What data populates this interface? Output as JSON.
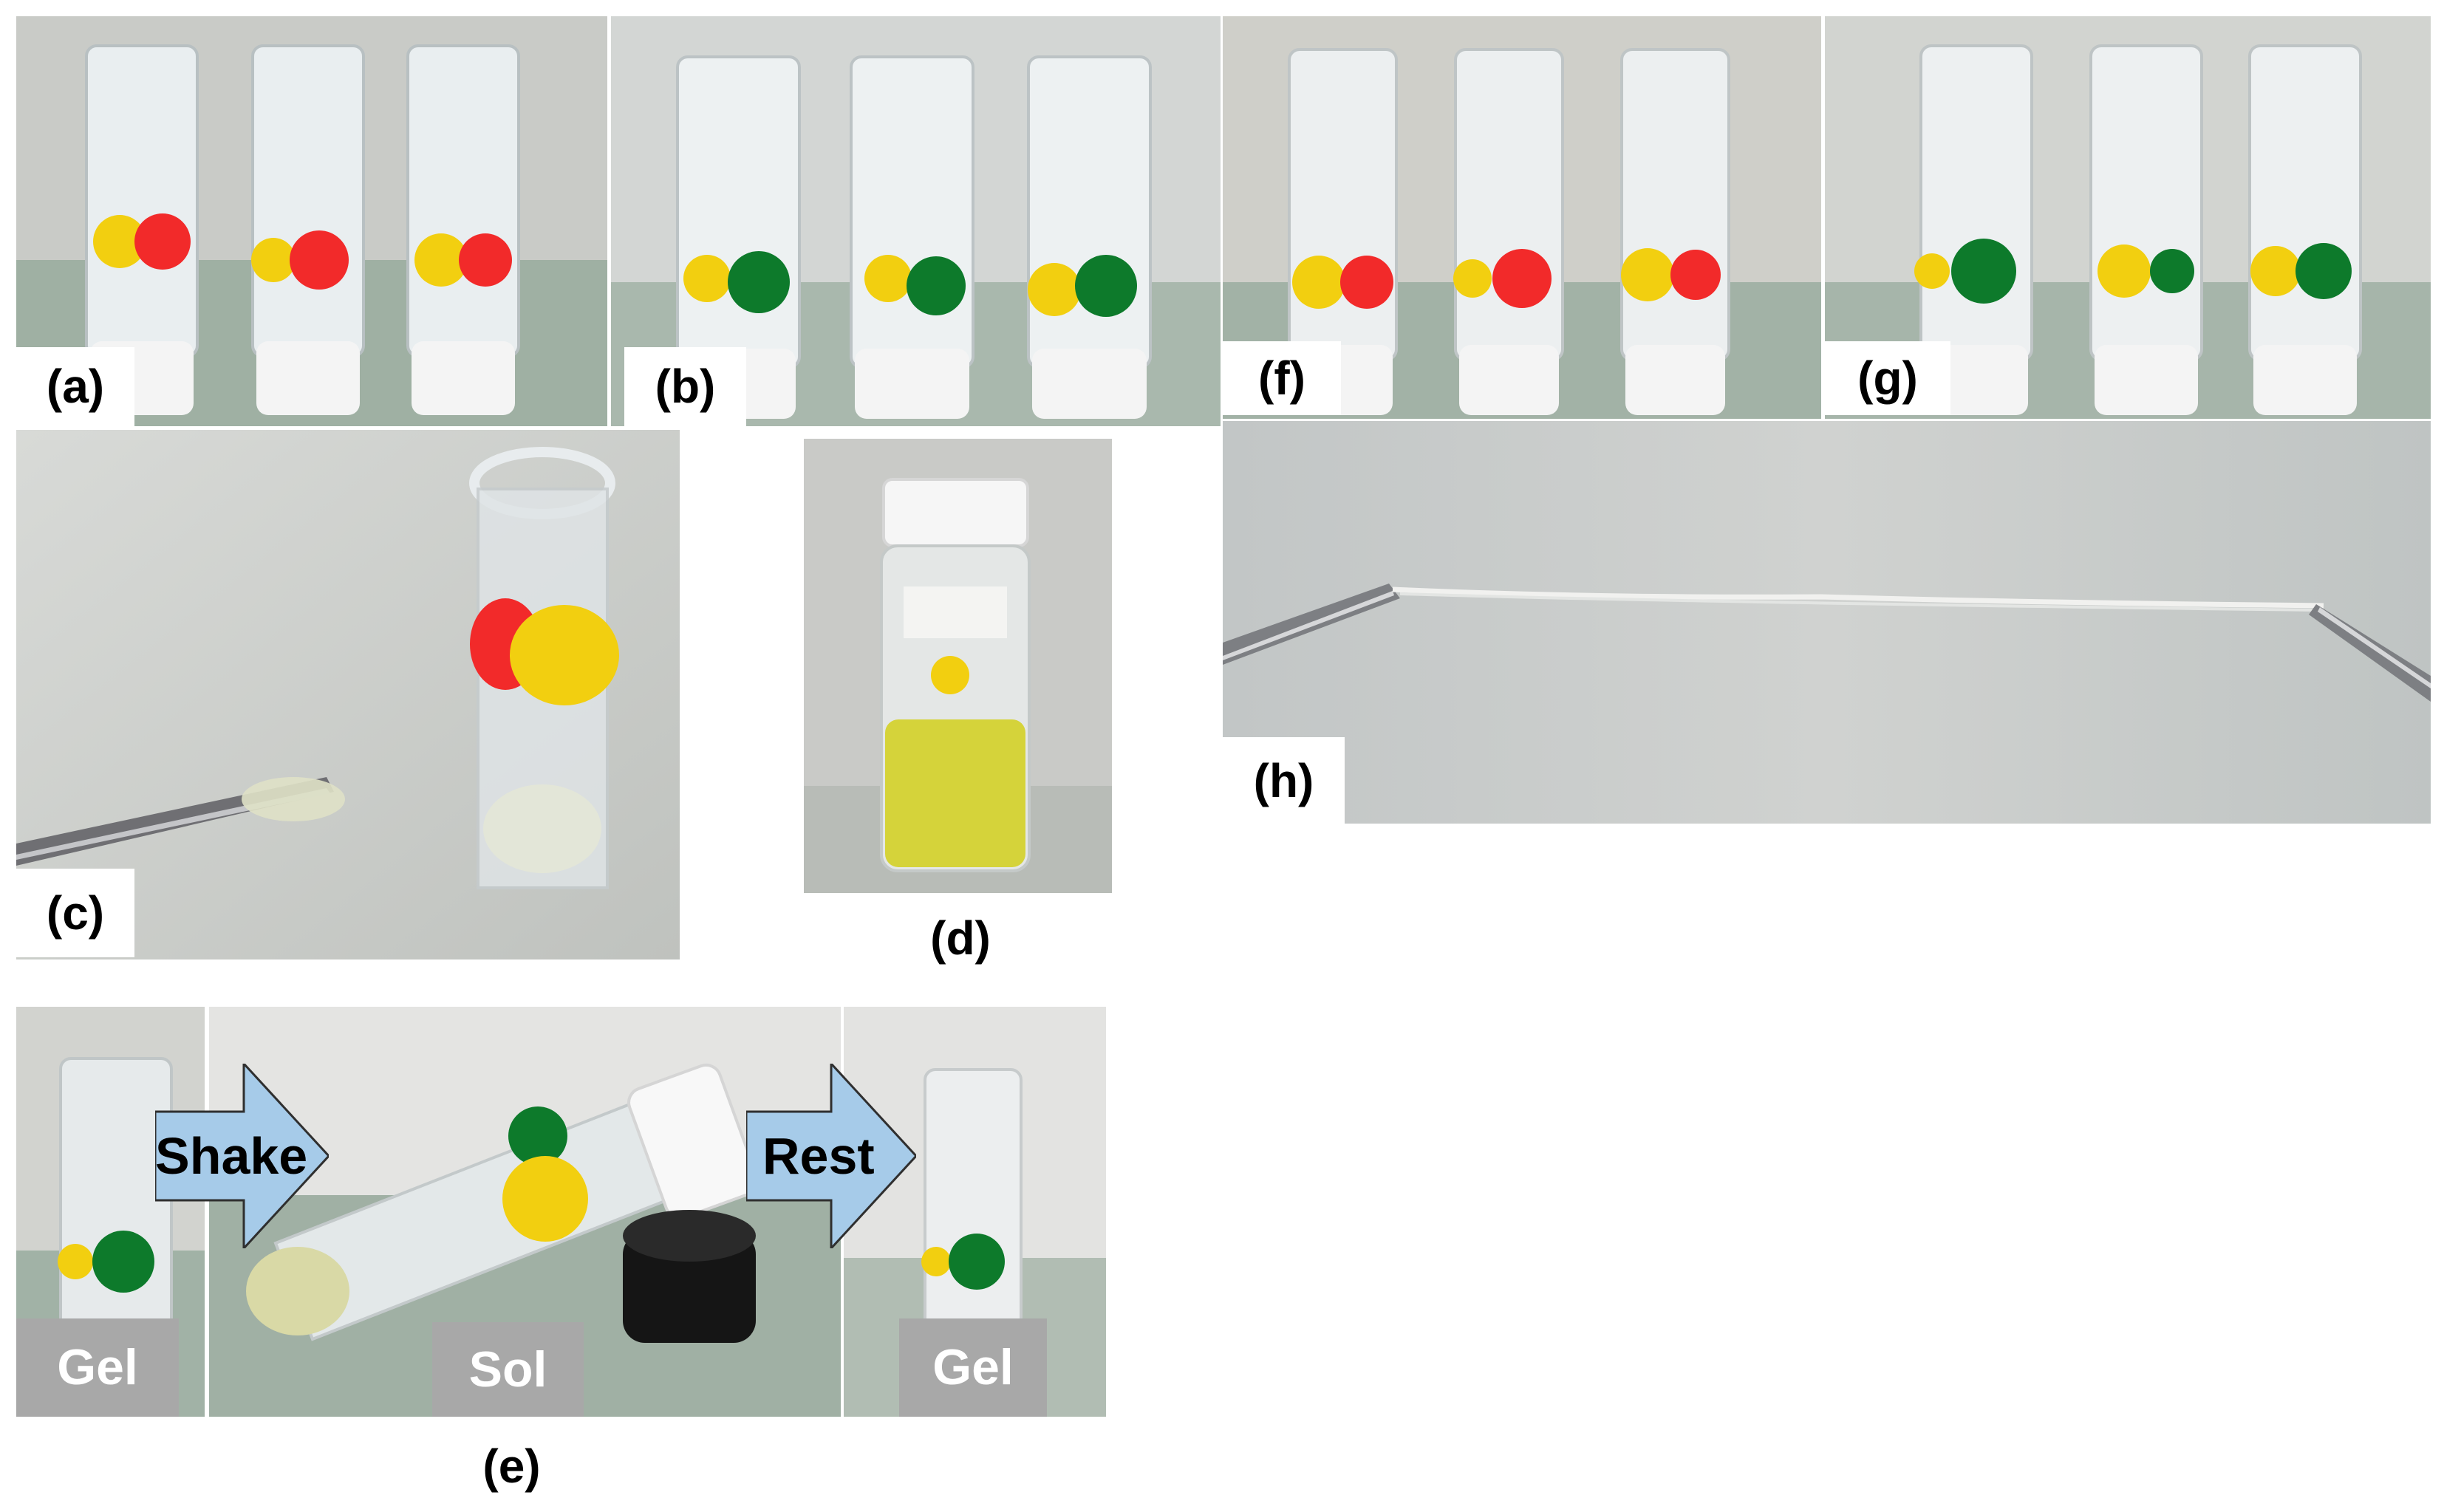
{
  "panels": {
    "a": {
      "label": "(a)"
    },
    "b": {
      "label": "(b)"
    },
    "c": {
      "label": "(c)"
    },
    "d": {
      "label": "(d)"
    },
    "e": {
      "label": "(e)",
      "gel_left": "Gel",
      "shake": "Shake",
      "sol": "Sol",
      "rest": "Rest",
      "gel_right": "Gel"
    },
    "f": {
      "label": "(f)"
    },
    "g": {
      "label": "(g)"
    },
    "h": {
      "label": "(h)"
    }
  },
  "colors": {
    "background_green": "#9fb0a3",
    "wall_grey": "#cfd2cf",
    "sticker_yellow": "#f2cf10",
    "sticker_red": "#f22a2a",
    "sticker_green": "#0d7a2b",
    "arrow_blue": "#a6cbe9",
    "label_grey": "#a8a8a8"
  },
  "icons": [
    "vial-icon",
    "spatula-icon",
    "tweezers-icon",
    "arrow-right-icon"
  ]
}
